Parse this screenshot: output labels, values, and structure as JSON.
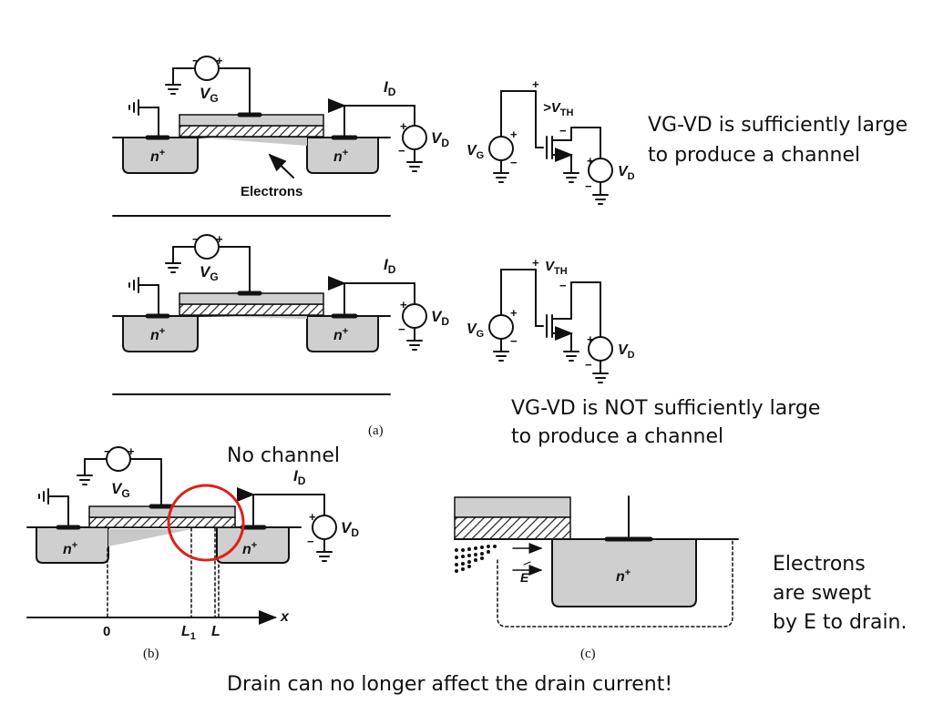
{
  "captions": {
    "top_right": [
      "VG-VD is sufficiently large",
      "to produce a channel"
    ],
    "mid_right": [
      "VG-VD is NOT sufficiently large",
      "to produce a channel"
    ],
    "no_channel": "No channel",
    "electrons_swept": [
      "Electrons",
      "are swept",
      "by E to drain."
    ],
    "bottom": "Drain can no longer affect the drain current!"
  },
  "labels": {
    "vg_base": "V",
    "vg_sub": "G",
    "vd_base": "V",
    "vd_sub": "D",
    "id_base": "I",
    "id_sub": "D",
    "vth_prefix": ">V",
    "vth_base": "V",
    "vth_sub": "TH",
    "n_base": "n",
    "n_sup": "+",
    "plus": "+",
    "minus": "−",
    "electrons": "Electrons",
    "x_axis": "x",
    "tick_0": "0",
    "tick_l1_base": "L",
    "tick_l1_sub": "1",
    "tick_l": "L",
    "e_field": "E"
  },
  "figure_tags": {
    "a": "(a)",
    "b": "(b)",
    "c": "(c)"
  },
  "colors": {
    "substrate": "#cfcfcf",
    "gate": "#cfcfcf",
    "circle_highlight": "#e0201a",
    "ink": "#111111"
  }
}
